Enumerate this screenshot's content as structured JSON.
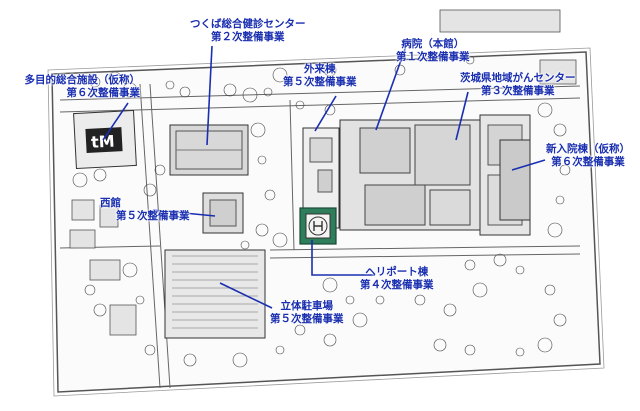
{
  "map": {
    "labels": [
      {
        "id": "tsukuba",
        "line1": "つくば総合健診センター",
        "line2": "第２次整備事業"
      },
      {
        "id": "byoin",
        "line1": "病院（本館）",
        "line2": "第１次整備事業"
      },
      {
        "id": "gairai",
        "line1": "外来棟",
        "line2": "第５次整備事業"
      },
      {
        "id": "tamokuteki",
        "line1": "多目的総合施設（仮称）",
        "line2": "第６次整備事業"
      },
      {
        "id": "ibaraki",
        "line1": "茨城県地域がんセンター",
        "line2": "第３次整備事業"
      },
      {
        "id": "shinnyuin",
        "line1": "新入院棟（仮称）",
        "line2": "第６次整備事業"
      },
      {
        "id": "nishikan",
        "line1": "西館",
        "line2": "第５次整備事業"
      },
      {
        "id": "heliport",
        "line1": "ヘリポート棟",
        "line2": "第４次整備事業"
      },
      {
        "id": "parking",
        "line1": "立体駐車場",
        "line2": "第５次整備事業"
      }
    ],
    "colors": {
      "label": "#1a2fb0",
      "leader": "#1a2fb0",
      "ink": "#3a3a3a",
      "paper": "#ffffff",
      "heliport_fill": "#2e7d5b"
    }
  }
}
